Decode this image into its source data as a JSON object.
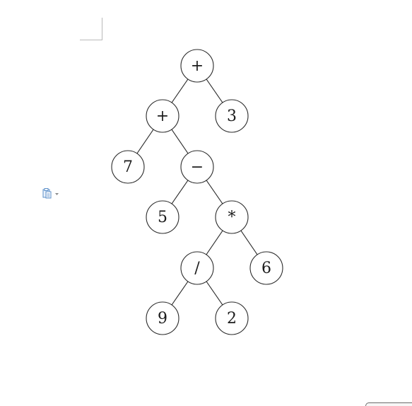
{
  "tree": {
    "nodes": [
      {
        "id": "root",
        "label": "+"
      },
      {
        "id": "n_plus",
        "label": "+"
      },
      {
        "id": "n_3",
        "label": "3"
      },
      {
        "id": "n_7",
        "label": "7"
      },
      {
        "id": "n_minus",
        "label": "−"
      },
      {
        "id": "n_5",
        "label": "5"
      },
      {
        "id": "n_star",
        "label": "*"
      },
      {
        "id": "n_div",
        "label": "/"
      },
      {
        "id": "n_6",
        "label": "6"
      },
      {
        "id": "n_9",
        "label": "9"
      },
      {
        "id": "n_2",
        "label": "2"
      }
    ],
    "edges": [
      [
        "root",
        "n_plus"
      ],
      [
        "root",
        "n_3"
      ],
      [
        "n_plus",
        "n_7"
      ],
      [
        "n_plus",
        "n_minus"
      ],
      [
        "n_minus",
        "n_5"
      ],
      [
        "n_minus",
        "n_star"
      ],
      [
        "n_star",
        "n_div"
      ],
      [
        "n_star",
        "n_6"
      ],
      [
        "n_div",
        "n_9"
      ],
      [
        "n_div",
        "n_2"
      ]
    ]
  },
  "ui": {
    "paste_options_icon": "clipboard-paste-icon",
    "accent_color": "#5b8fc9"
  }
}
